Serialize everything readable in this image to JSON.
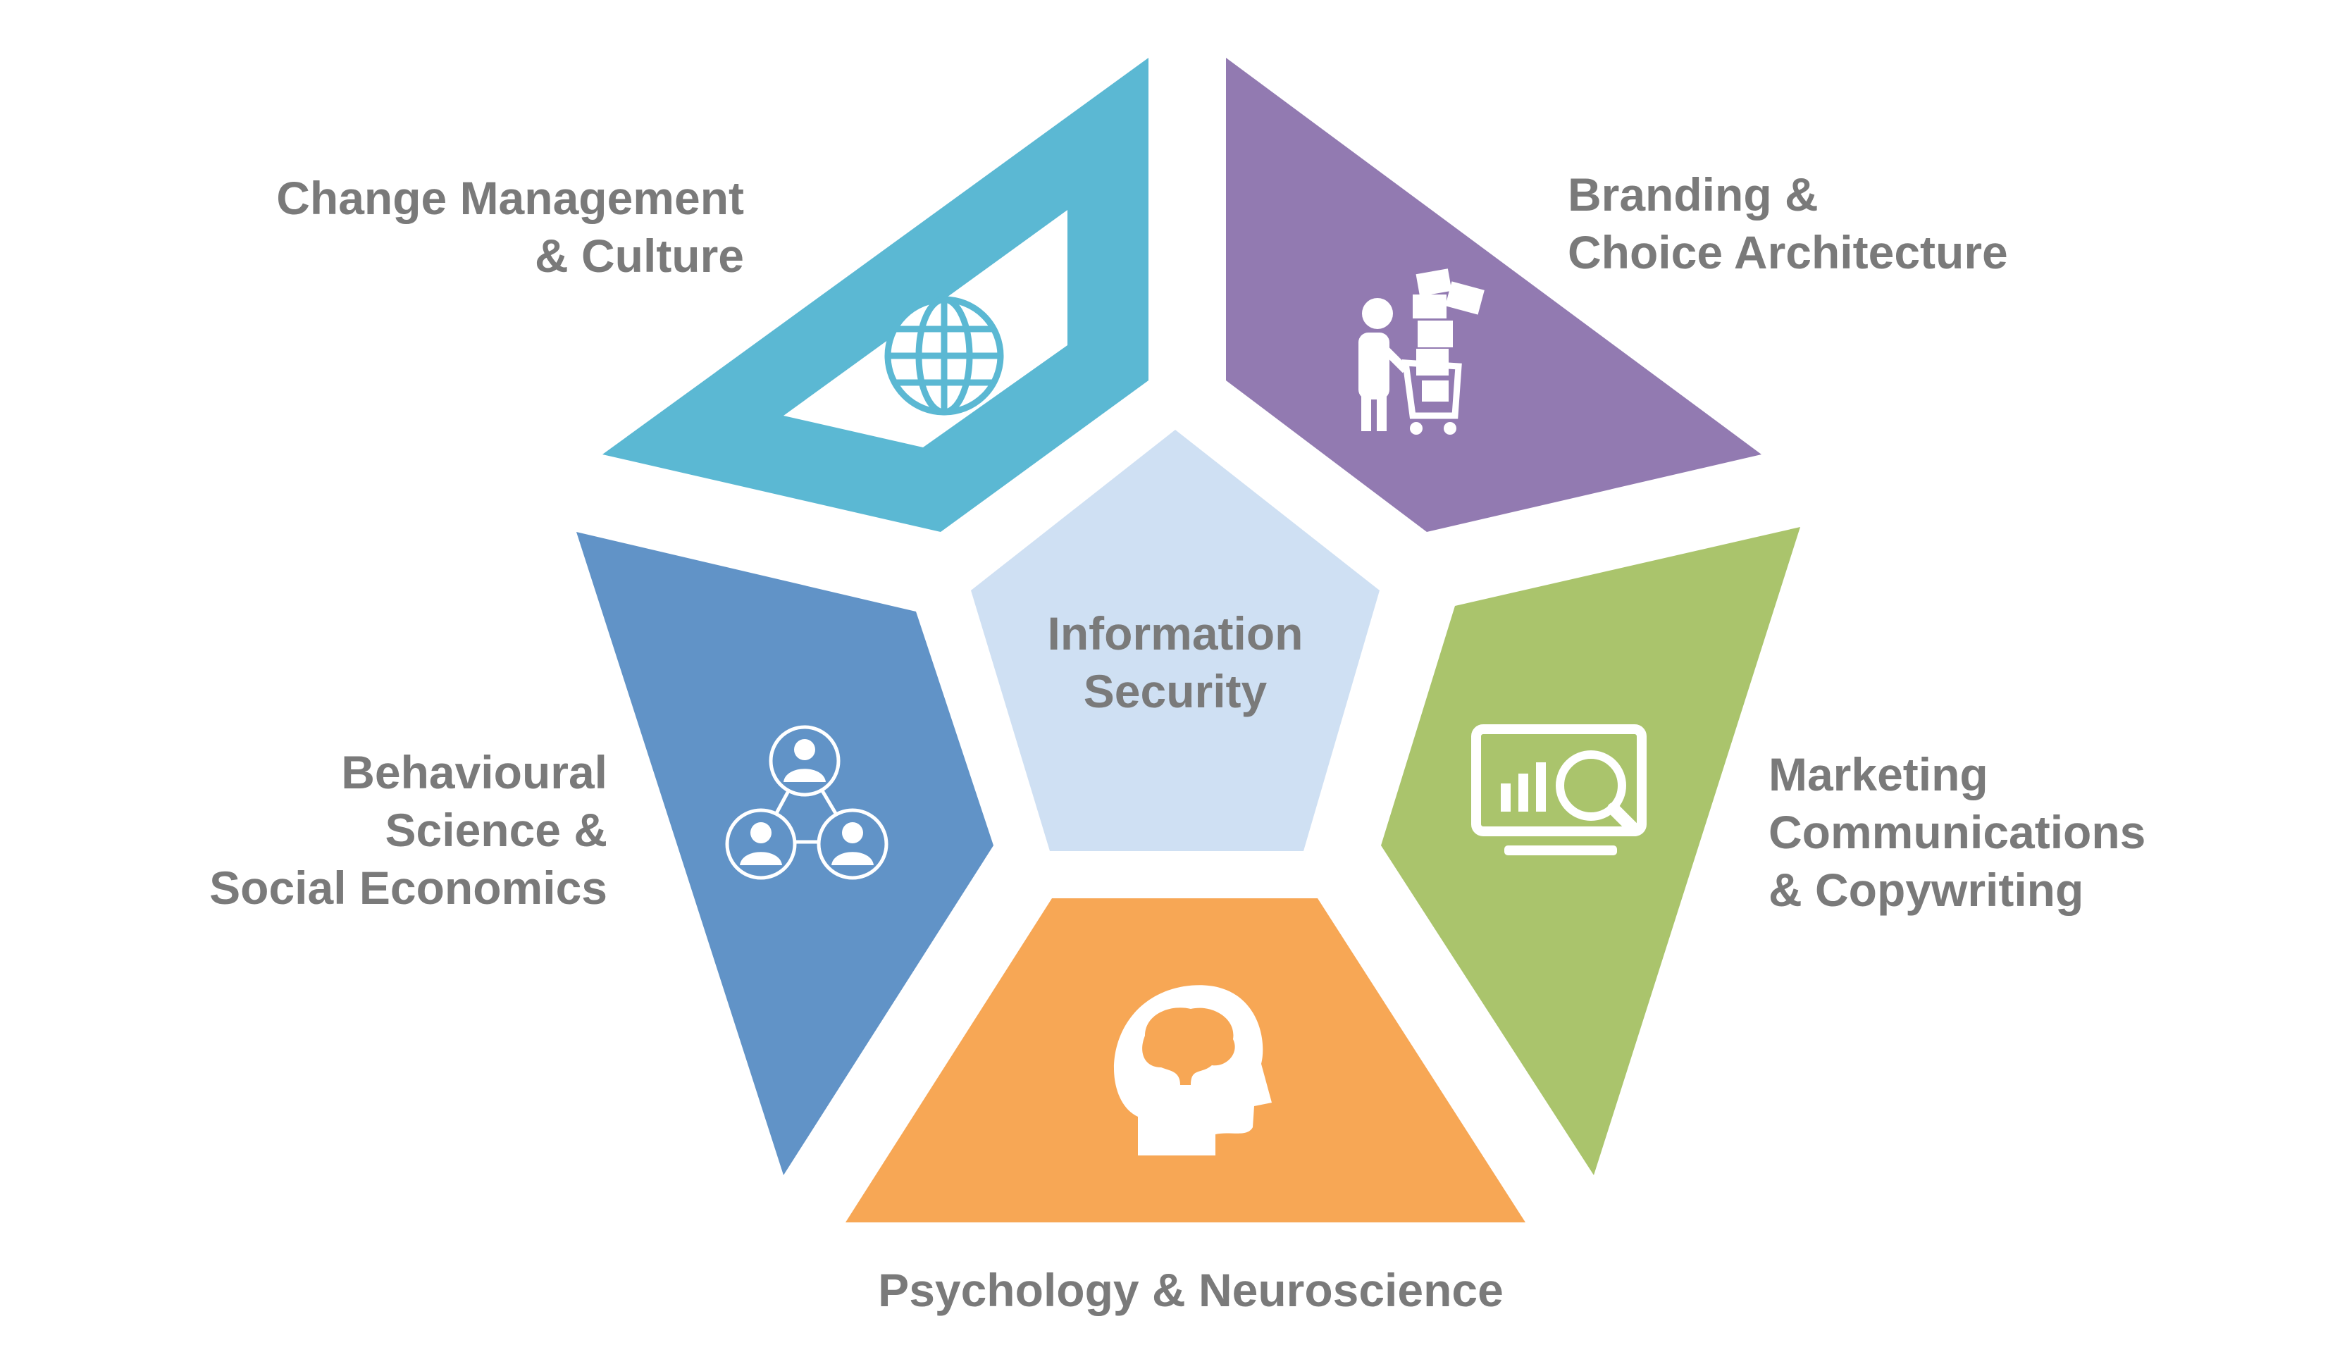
{
  "center": {
    "lines": [
      "Information",
      "Security"
    ],
    "color": "#cfe0f3"
  },
  "segments": [
    {
      "id": "change",
      "lines": [
        "Change Management",
        "& Culture"
      ],
      "color": "#5bb8d3",
      "icon": "globe-icon"
    },
    {
      "id": "branding",
      "lines": [
        "Branding &",
        "Choice Architecture"
      ],
      "color": "#927ab1",
      "icon": "shopping-cart-person-icon"
    },
    {
      "id": "marketing",
      "lines": [
        "Marketing",
        "Communications",
        "& Copywriting"
      ],
      "color": "#aac46c",
      "icon": "analytics-monitor-icon"
    },
    {
      "id": "psychology",
      "lines": [
        "Psychology & Neuroscience"
      ],
      "color": "#f7a755",
      "icon": "brain-head-icon"
    },
    {
      "id": "behavioural",
      "lines": [
        "Behavioural",
        "Science &",
        "Social Economics"
      ],
      "color": "#6193c7",
      "icon": "people-network-icon"
    }
  ],
  "label_color": "#7a7a7a"
}
